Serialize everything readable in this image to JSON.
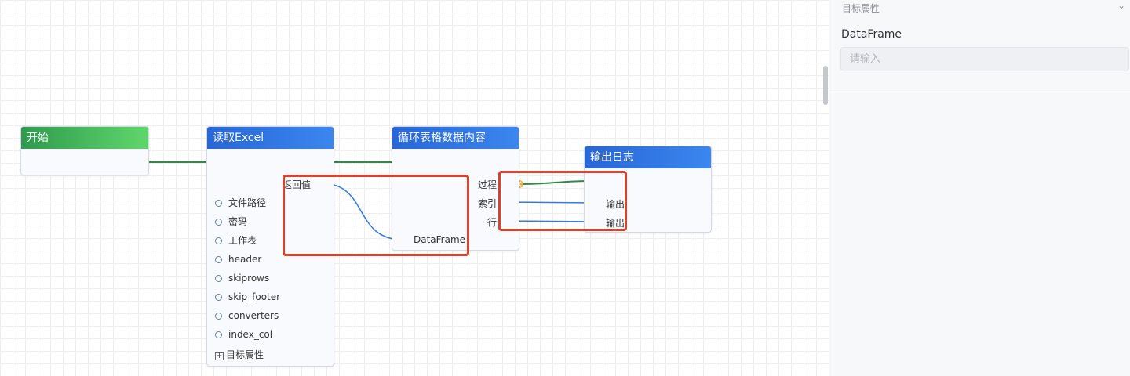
{
  "nodes": {
    "start": {
      "title": "开始"
    },
    "read_excel": {
      "title": "读取Excel",
      "return_label": "返回值",
      "params": [
        "文件路径",
        "密码",
        "工作表",
        "header",
        "skiprows",
        "skip_footer",
        "converters",
        "index_col"
      ],
      "more_label": "目标属性",
      "plus_symbol": "+"
    },
    "loop_table": {
      "title": "循环表格数据内容",
      "input_label": "DataFrame",
      "outputs": [
        "过程",
        "索引",
        "行"
      ]
    },
    "log_output": {
      "title": "输出日志",
      "inputs": [
        "输出",
        "输出"
      ]
    }
  },
  "panel": {
    "section_title": "目标属性",
    "chevron": "⌄",
    "field_label": "DataFrame",
    "input_placeholder": "请输入",
    "input_value": ""
  },
  "colors": {
    "exec_port": "#2e8b45",
    "data_port": "#2f7bf0",
    "highlight": "#d9432e",
    "reroute": "#f0b33c"
  }
}
